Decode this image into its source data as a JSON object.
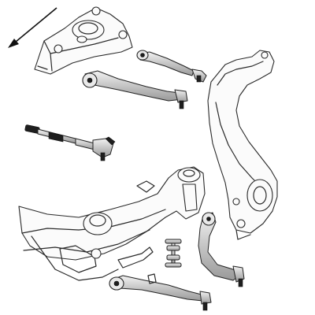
{
  "image": {
    "background": "#ffffff",
    "line_color": "#2a2a2a",
    "part_color": "#c9c9c9"
  },
  "parts": [
    {
      "name": "direction-arrow-icon"
    },
    {
      "name": "suspension-strut-mount"
    },
    {
      "name": "upper-control-arm-small"
    },
    {
      "name": "upper-control-arm-long"
    },
    {
      "name": "steering-knuckle"
    },
    {
      "name": "tie-rod-assembly"
    },
    {
      "name": "subframe-crossmember"
    },
    {
      "name": "stabilizer-link"
    },
    {
      "name": "lower-curved-control-arm"
    },
    {
      "name": "lower-straight-control-arm"
    }
  ]
}
